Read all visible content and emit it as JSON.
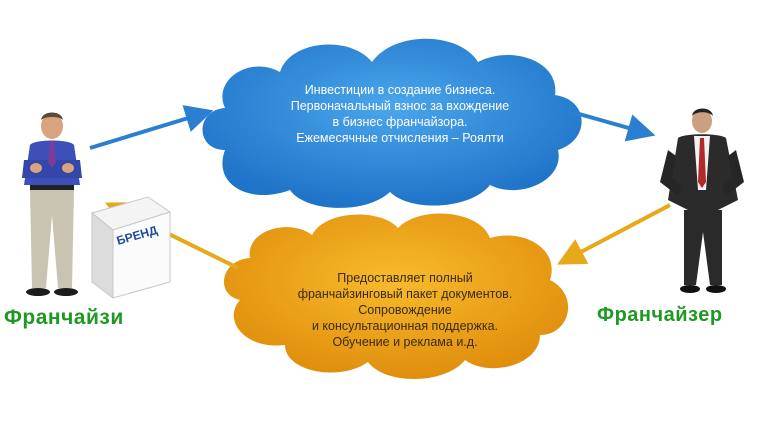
{
  "top_cloud": {
    "lines": [
      "Инвестиции в создание бизнеса.",
      "Первоначальный взнос за вхождение",
      "в бизнес франчайзора.",
      "Ежемесячные отчисления – Роялти"
    ]
  },
  "bottom_cloud": {
    "lines": [
      "Предоставляет полный",
      "франчайзинговый пакет документов.",
      "Сопровождение",
      "и консультационная поддержка.",
      "Обучение и реклама и.д."
    ]
  },
  "left_role": "Франчайзи",
  "right_role": "Франчайзер",
  "brand_box_label": "БРЕНД",
  "colors": {
    "top_cloud": "#2f8fdb",
    "bottom_cloud": "#f2a516",
    "top_arrows": "#2a7fd0",
    "bottom_arrows": "#e7a81a",
    "role_text": "#1e9a22"
  }
}
